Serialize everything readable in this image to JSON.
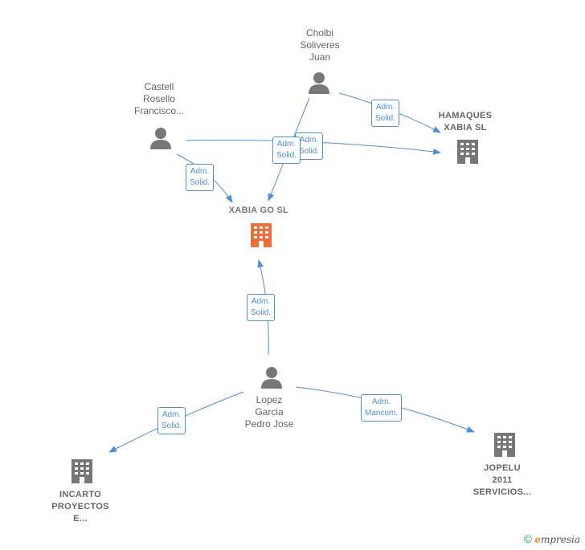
{
  "persons": {
    "cholbi": "Cholbi\nSoliveres\nJuan",
    "castell": "Castell\nRosello\nFrancisco...",
    "lopez": "Lopez\nGarcia\nPedro Jose"
  },
  "companies": {
    "xabia_go": "XABIA GO  SL",
    "hamaques": "HAMAQUES\nXABIA  SL",
    "incarto": "INCARTO\nPROYECTOS\nE...",
    "jopelu": "JOPELU\n2011\nSERVICIOS..."
  },
  "badges": {
    "adm": "Adm.",
    "solid": "Solid.",
    "mancom": "Mancom."
  },
  "footer": {
    "copyright": "©",
    "brand_e": "e",
    "brand_rest": "mpresia"
  },
  "colors": {
    "edge": "#4a90e2",
    "focus_company": "#f26c3a",
    "company": "#777777",
    "person": "#777777"
  }
}
